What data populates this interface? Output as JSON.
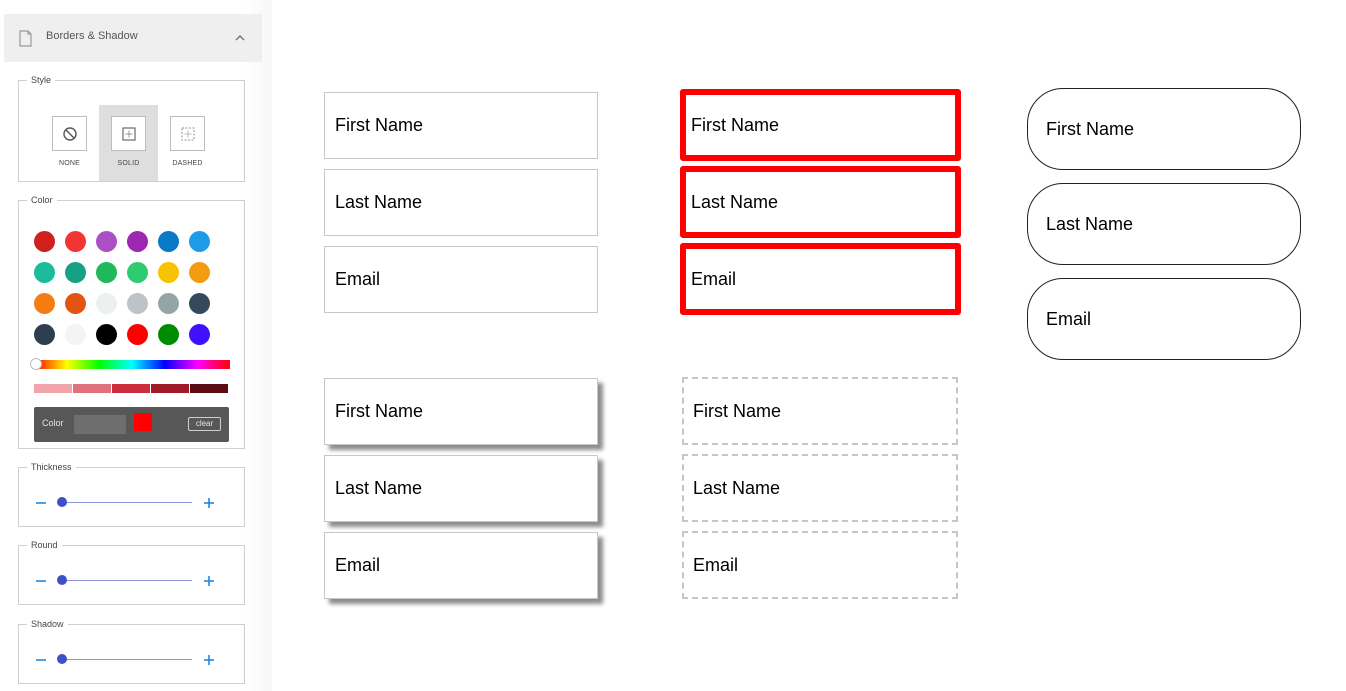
{
  "panel": {
    "title": "Borders & Shadow",
    "style": {
      "legend": "Style",
      "options": [
        "NONE",
        "SOLID",
        "DASHED"
      ],
      "selected": "SOLID"
    },
    "color": {
      "legend": "Color",
      "swatches": [
        "#d0201e",
        "#f33434",
        "#ad4fc4",
        "#9c27b0",
        "#0a79c7",
        "#1c9be6",
        "#1abc9c",
        "#16a085",
        "#20b85b",
        "#2ecc71",
        "#f7c300",
        "#f39c12",
        "#f57c12",
        "#e55312",
        "#ecf0f1",
        "#bdc3c7",
        "#95a5a6",
        "#34495e",
        "#2c3e50",
        "#f4f4f4",
        "#000000",
        "#ff0000",
        "#008c00",
        "#3f0fff"
      ],
      "shades": [
        "#f2a4ab",
        "#e0717c",
        "#cc2d3d",
        "#a01a29",
        "#5c0d14"
      ],
      "input_label": "Color",
      "current": "#ff0000",
      "clear_label": "clear"
    },
    "thickness": {
      "legend": "Thickness",
      "value": 0.05
    },
    "round": {
      "legend": "Round",
      "value": 0.05
    },
    "shadow": {
      "legend": "Shadow",
      "value": 0.05
    }
  },
  "examples": {
    "plain": [
      "First Name",
      "Last Name",
      "Email"
    ],
    "red": [
      "First Name",
      "Last Name",
      "Email"
    ],
    "round": [
      "First Name",
      "Last Name",
      "Email"
    ],
    "shadow": [
      "First Name",
      "Last Name",
      "Email"
    ],
    "dashed": [
      "First Name",
      "Last Name",
      "Email"
    ]
  }
}
